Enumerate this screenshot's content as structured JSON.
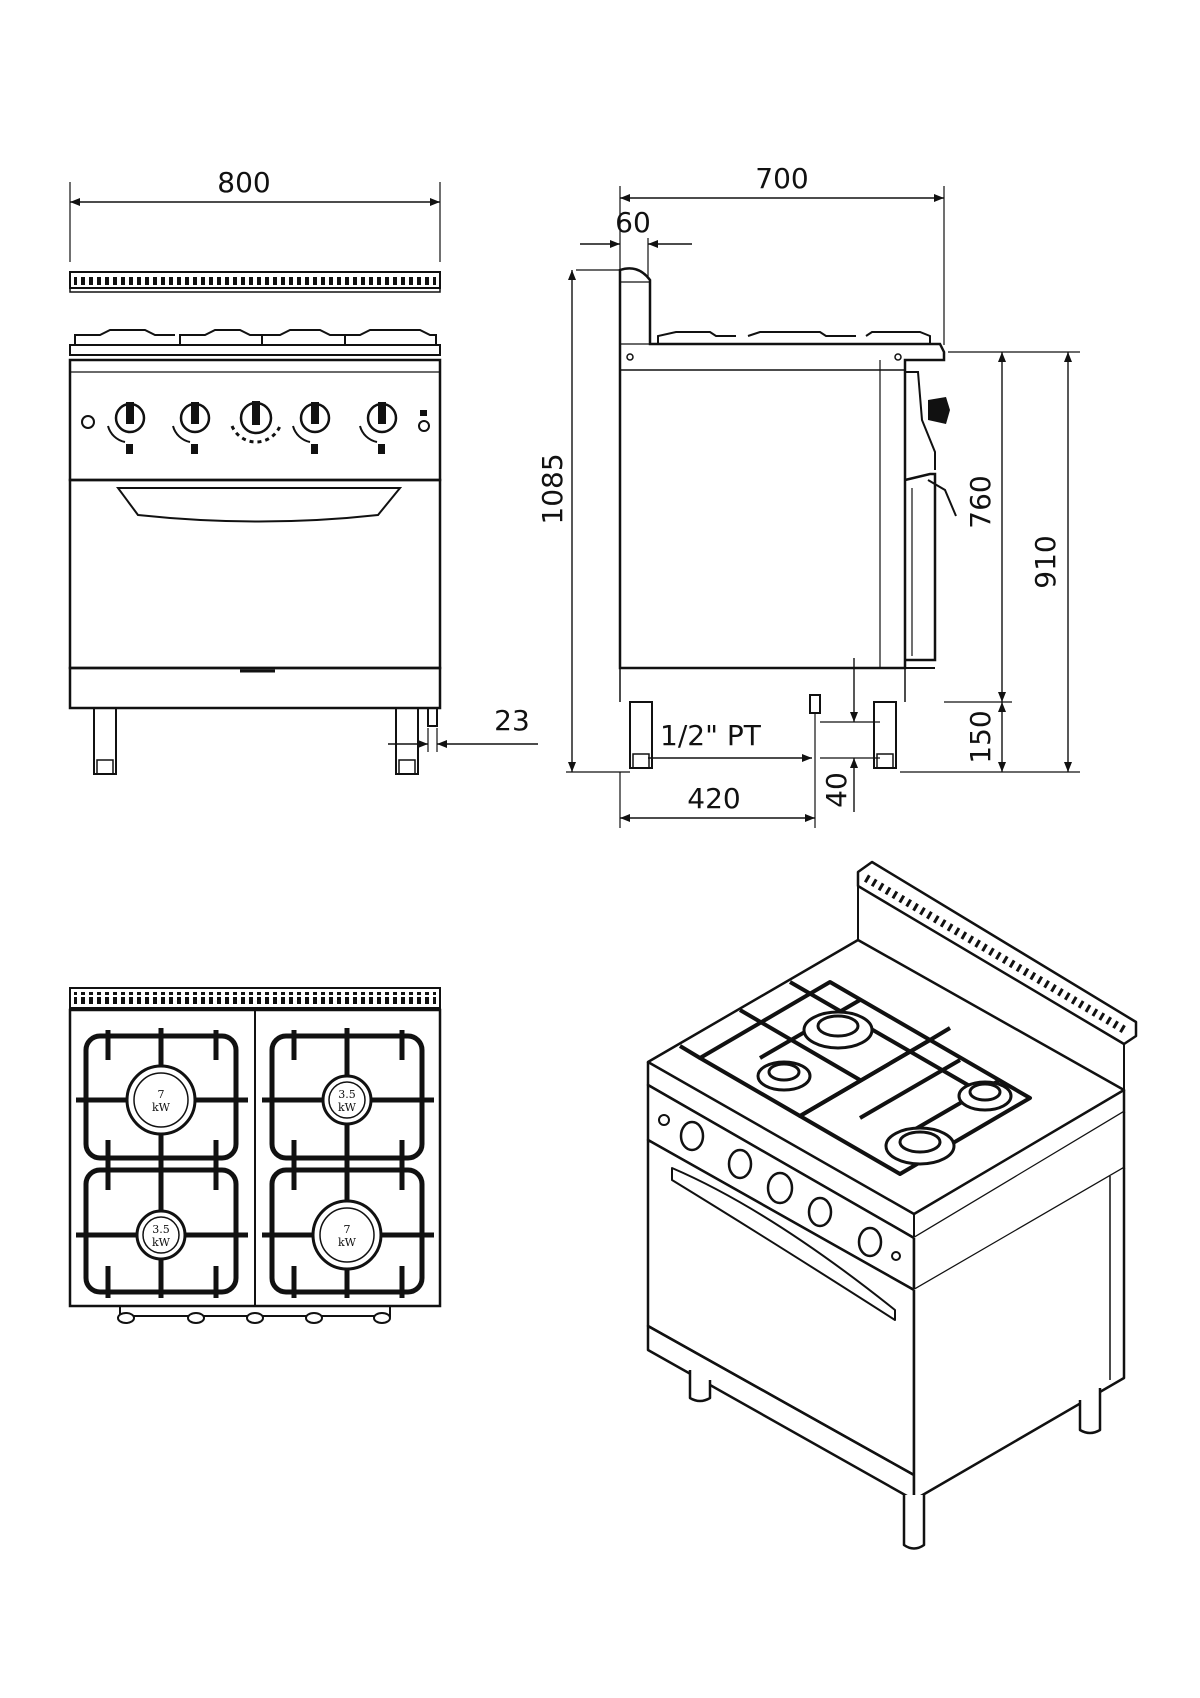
{
  "front_view": {
    "width_label": "800",
    "offset_label": "23"
  },
  "side_view": {
    "depth_label": "700",
    "backsplash_label": "60",
    "total_height_label": "1085",
    "worktop_height_label": "910",
    "oven_height_label": "760",
    "leg_height_label": "150",
    "gas_connection_label": "1/2\" PT",
    "gas_x_label": "420",
    "gas_y_label": "40"
  },
  "top_view": {
    "burners": [
      {
        "power": "7",
        "unit": "kW"
      },
      {
        "power": "3.5",
        "unit": "kW"
      },
      {
        "power": "3.5",
        "unit": "kW"
      },
      {
        "power": "7",
        "unit": "kW"
      }
    ]
  },
  "colors": {
    "line": "#111111",
    "background": "#ffffff"
  }
}
